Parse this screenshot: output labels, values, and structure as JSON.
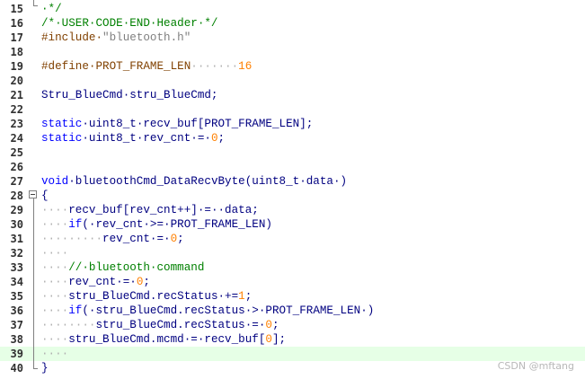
{
  "editor": {
    "lines": [
      {
        "n": "15",
        "segs": [
          [
            "cm",
            "·*/"
          ]
        ]
      },
      {
        "n": "16",
        "segs": [
          [
            "cm",
            "/*·USER·CODE·END·Header·*/"
          ]
        ]
      },
      {
        "n": "17",
        "segs": [
          [
            "pp",
            "#include·"
          ],
          [
            "str",
            "\"bluetooth.h\""
          ]
        ]
      },
      {
        "n": "18",
        "segs": []
      },
      {
        "n": "19",
        "segs": [
          [
            "pp",
            "#define·PROT_FRAME_LEN"
          ],
          [
            "ws",
            "·······"
          ],
          [
            "num",
            "16"
          ]
        ]
      },
      {
        "n": "20",
        "segs": []
      },
      {
        "n": "21",
        "segs": [
          [
            "t",
            "Stru_BlueCmd·stru_BlueCmd;"
          ]
        ]
      },
      {
        "n": "22",
        "segs": []
      },
      {
        "n": "23",
        "segs": [
          [
            "kw",
            "static"
          ],
          [
            "t",
            "·uint8_t·recv_buf[PROT_FRAME_LEN];"
          ]
        ]
      },
      {
        "n": "24",
        "segs": [
          [
            "kw",
            "static"
          ],
          [
            "t",
            "·uint8_t·rev_cnt·=·"
          ],
          [
            "num",
            "0"
          ],
          [
            "t",
            ";"
          ]
        ]
      },
      {
        "n": "25",
        "segs": []
      },
      {
        "n": "26",
        "segs": []
      },
      {
        "n": "27",
        "segs": [
          [
            "kw",
            "void"
          ],
          [
            "t",
            "·bluetoothCmd_DataRecvByte(uint8_t·data·)"
          ]
        ]
      },
      {
        "n": "28",
        "segs": [
          [
            "t",
            "{"
          ]
        ]
      },
      {
        "n": "29",
        "segs": [
          [
            "ws",
            "····"
          ],
          [
            "t",
            "recv_buf[rev_cnt++]·=··data;"
          ]
        ]
      },
      {
        "n": "30",
        "segs": [
          [
            "ws",
            "····"
          ],
          [
            "kw",
            "if"
          ],
          [
            "t",
            "(·rev_cnt·>=·PROT_FRAME_LEN)"
          ]
        ]
      },
      {
        "n": "31",
        "segs": [
          [
            "ws",
            "·········"
          ],
          [
            "t",
            "rev_cnt·=·"
          ],
          [
            "num",
            "0"
          ],
          [
            "t",
            ";"
          ]
        ]
      },
      {
        "n": "32",
        "segs": [
          [
            "ws",
            "····"
          ]
        ]
      },
      {
        "n": "33",
        "segs": [
          [
            "ws",
            "····"
          ],
          [
            "cm",
            "//·bluetooth·command"
          ]
        ]
      },
      {
        "n": "34",
        "segs": [
          [
            "ws",
            "····"
          ],
          [
            "t",
            "rev_cnt·=·"
          ],
          [
            "num",
            "0"
          ],
          [
            "t",
            ";"
          ]
        ]
      },
      {
        "n": "35",
        "segs": [
          [
            "ws",
            "····"
          ],
          [
            "t",
            "stru_BlueCmd.recStatus·+="
          ],
          [
            "num",
            "1"
          ],
          [
            "t",
            ";"
          ]
        ]
      },
      {
        "n": "36",
        "segs": [
          [
            "ws",
            "····"
          ],
          [
            "kw",
            "if"
          ],
          [
            "t",
            "(·stru_BlueCmd.recStatus·>·PROT_FRAME_LEN·)"
          ]
        ]
      },
      {
        "n": "37",
        "segs": [
          [
            "ws",
            "········"
          ],
          [
            "t",
            "stru_BlueCmd.recStatus·=·"
          ],
          [
            "num",
            "0"
          ],
          [
            "t",
            ";"
          ]
        ]
      },
      {
        "n": "38",
        "segs": [
          [
            "ws",
            "····"
          ],
          [
            "t",
            "stru_BlueCmd.mcmd·=·recv_buf["
          ],
          [
            "num",
            "0"
          ],
          [
            "t",
            "];"
          ]
        ]
      },
      {
        "n": "39",
        "segs": [
          [
            "ws",
            "····"
          ]
        ],
        "current": true
      },
      {
        "n": "40",
        "segs": [
          [
            "t",
            "}"
          ]
        ]
      }
    ]
  },
  "watermark": "CSDN @mftang"
}
